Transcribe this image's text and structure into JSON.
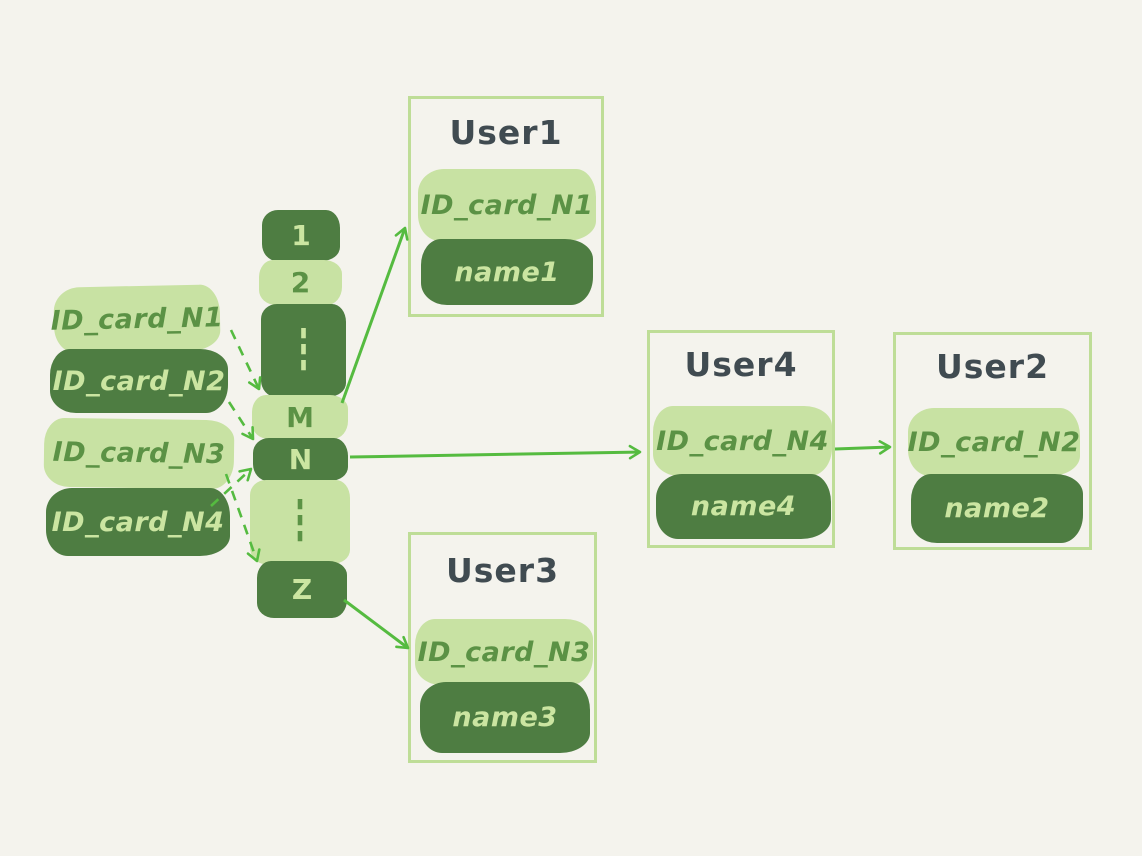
{
  "palette": {
    "background": "#f4f3ed",
    "pill_light_bg": "#c8e2a3",
    "pill_light_text": "#5b9245",
    "pill_dark_bg": "#4e7d42",
    "pill_dark_text": "#cbe5a1",
    "user_box_border": "#bedd97",
    "user_title_text": "#404b51",
    "arrow_green": "#55bb40"
  },
  "cards": [
    {
      "label": "ID_card_N1"
    },
    {
      "label": "ID_card_N2"
    },
    {
      "label": "ID_card_N3"
    },
    {
      "label": "ID_card_N4"
    }
  ],
  "buckets": [
    {
      "label": "1"
    },
    {
      "label": "2"
    },
    {
      "label": "⋮"
    },
    {
      "label": "M"
    },
    {
      "label": "N"
    },
    {
      "label": "⋮"
    },
    {
      "label": "Z"
    }
  ],
  "users": [
    {
      "title": "User1",
      "id_card": "ID_card_N1",
      "name": "name1"
    },
    {
      "title": "User2",
      "id_card": "ID_card_N2",
      "name": "name2"
    },
    {
      "title": "User3",
      "id_card": "ID_card_N3",
      "name": "name3"
    },
    {
      "title": "User4",
      "id_card": "ID_card_N4",
      "name": "name4"
    }
  ],
  "hash_assignments": [
    {
      "card": "ID_card_N1",
      "bucket": "M",
      "style": "dashed"
    },
    {
      "card": "ID_card_N2",
      "bucket": "N",
      "style": "dashed"
    },
    {
      "card": "ID_card_N3",
      "bucket": "Z",
      "style": "dashed"
    },
    {
      "card": "ID_card_N4",
      "bucket": "N",
      "style": "dashed"
    }
  ],
  "bucket_links": [
    {
      "from": "M",
      "to": "User1",
      "style": "solid"
    },
    {
      "from": "N",
      "to": "User4",
      "style": "solid"
    },
    {
      "from": "Z",
      "to": "User3",
      "style": "solid"
    },
    {
      "from": "User4",
      "to": "User2",
      "style": "solid"
    }
  ]
}
